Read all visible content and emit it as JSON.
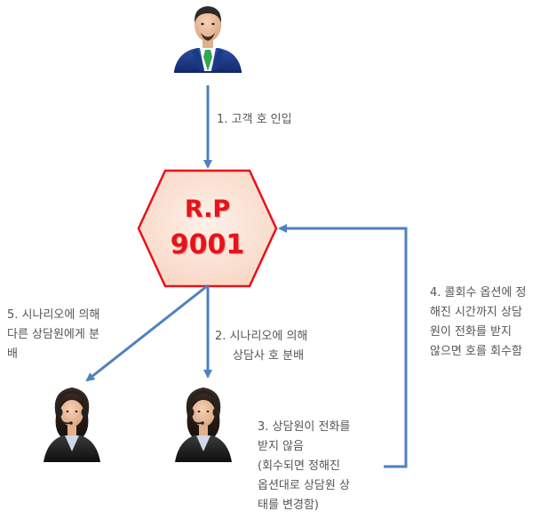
{
  "routing_point": {
    "line1": "R.P",
    "line2": "9001"
  },
  "steps": {
    "step1": "1. 고객 호 인입",
    "step2_line1": "2. 시나리오에 의해",
    "step2_line2": "상담사 호 분배",
    "step3_line1": "3. 상담원이 전화를",
    "step3_line2": "받지 않음",
    "step3_line3": "(회수되면 정해진",
    "step3_line4": "옵션대로 상담원 상",
    "step3_line5": "태를 변경함)",
    "step4_line1": "4. 콜회수 옵션에 정",
    "step4_line2": "해진 시간까지 상담",
    "step4_line3": "원이 전화를 받지",
    "step4_line4": "않으면 호를 회수함",
    "step5_line1": "5. 시나리오에 의해",
    "step5_line2": "다른 상담원에게 분",
    "step5_line3": "배"
  },
  "colors": {
    "arrow": "#4f81bd",
    "hexagon_fill": "#fbe6dc",
    "hexagon_border": "#e8121a",
    "rp_text": "#e8121a"
  },
  "icons": {
    "customer": "businessman-icon",
    "agent": "headset-agent-icon"
  }
}
